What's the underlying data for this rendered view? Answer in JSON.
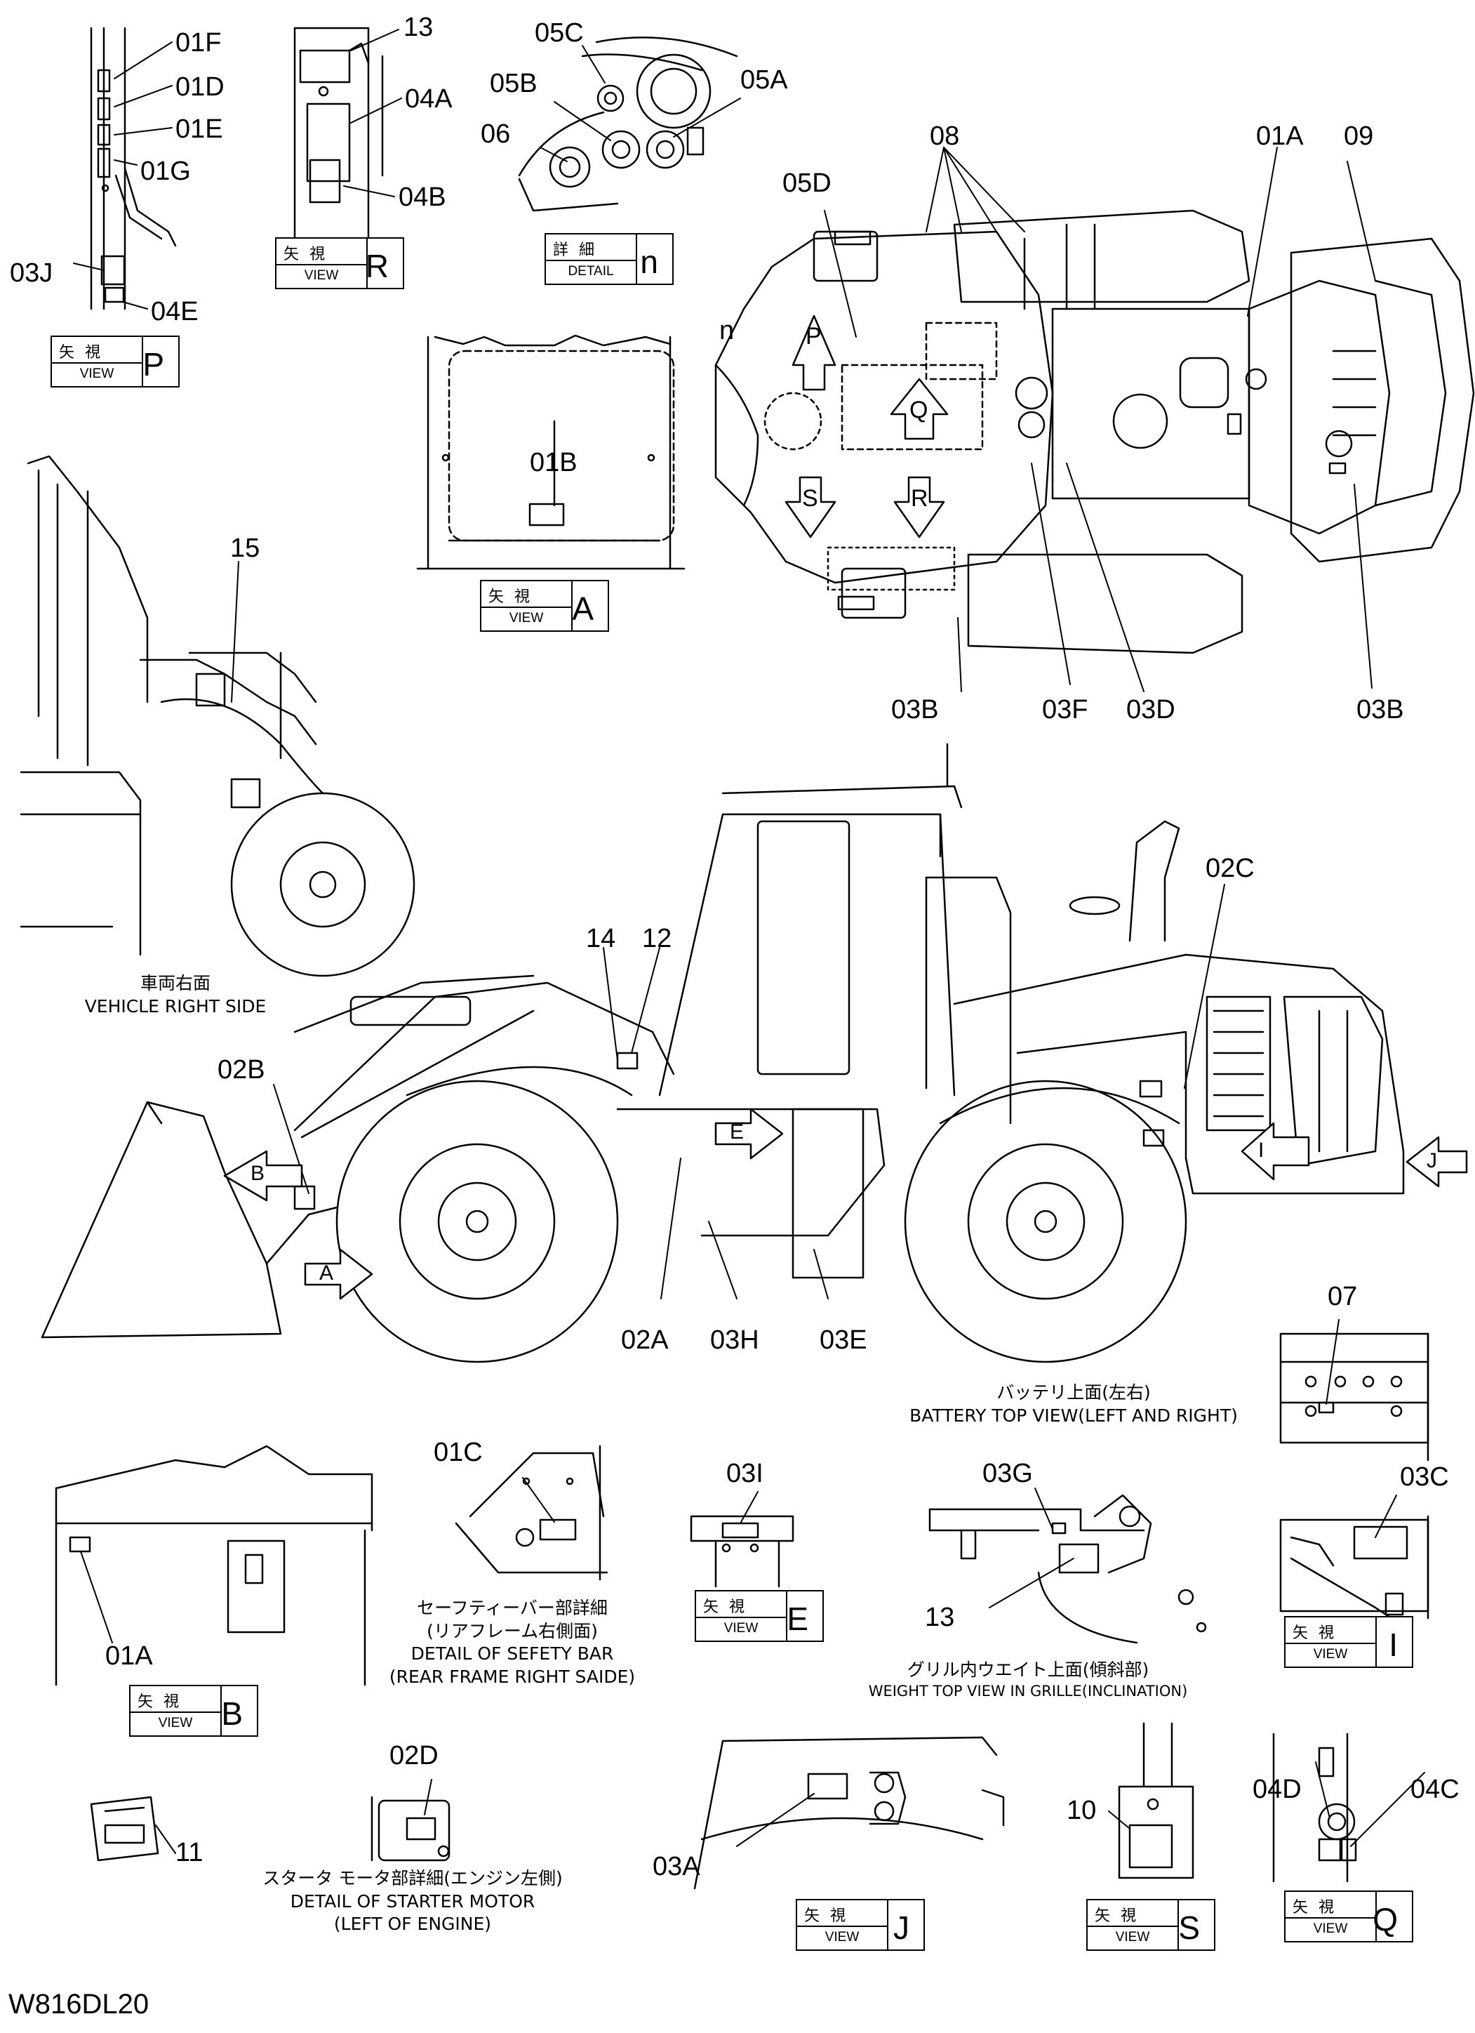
{
  "drawing_code": "W816DL20",
  "callouts": {
    "c01A_top": "01A",
    "c01A_b": "01A",
    "c01B": "01B",
    "c01C": "01C",
    "c01D": "01D",
    "c01E": "01E",
    "c01F": "01F",
    "c01G": "01G",
    "c02A": "02A",
    "c02B": "02B",
    "c02C": "02C",
    "c02D": "02D",
    "c03A": "03A",
    "c03B_left": "03B",
    "c03B_right": "03B",
    "c03C": "03C",
    "c03D": "03D",
    "c03E": "03E",
    "c03F": "03F",
    "c03G": "03G",
    "c03H": "03H",
    "c03I": "03I",
    "c03J": "03J",
    "c04A": "04A",
    "c04B": "04B",
    "c04C": "04C",
    "c04D": "04D",
    "c04E": "04E",
    "c05A": "05A",
    "c05B": "05B",
    "c05C": "05C",
    "c05D": "05D",
    "c06": "06",
    "c07": "07",
    "c08": "08",
    "c09": "09",
    "c10": "10",
    "c11": "11",
    "c12": "12",
    "c13_top": "13",
    "c13_grille": "13",
    "c14": "14",
    "c15": "15",
    "cn": "n"
  },
  "view_boxes": {
    "P": {
      "kanji": "矢 視",
      "sub": "VIEW",
      "letter": "P"
    },
    "R": {
      "kanji": "矢 視",
      "sub": "VIEW",
      "letter": "R"
    },
    "n": {
      "kanji": "詳 細",
      "sub": "DETAIL",
      "letter": "n"
    },
    "A": {
      "kanji": "矢 視",
      "sub": "VIEW",
      "letter": "A"
    },
    "B": {
      "kanji": "矢 視",
      "sub": "VIEW",
      "letter": "B"
    },
    "E": {
      "kanji": "矢 視",
      "sub": "VIEW",
      "letter": "E"
    },
    "I": {
      "kanji": "矢 視",
      "sub": "VIEW",
      "letter": "I"
    },
    "J": {
      "kanji": "矢 視",
      "sub": "VIEW",
      "letter": "J"
    },
    "S": {
      "kanji": "矢 視",
      "sub": "VIEW",
      "letter": "S"
    },
    "Q": {
      "kanji": "矢 視",
      "sub": "VIEW",
      "letter": "Q"
    }
  },
  "arrow_letters": {
    "P": "P",
    "Q": "Q",
    "S": "S",
    "R": "R",
    "A": "A",
    "B": "B",
    "E": "E",
    "I": "I",
    "J": "J"
  },
  "captions": {
    "vehicle_right_jp": "車両右面",
    "vehicle_right_en": "VEHICLE RIGHT SIDE",
    "battery_jp": "バッテリ上面(左右)",
    "battery_en": "BATTERY TOP VIEW(LEFT AND RIGHT)",
    "safety_jp1": "セーフティーバー部詳細",
    "safety_jp2": "(リアフレーム右側面)",
    "safety_en1": "DETAIL OF SEFETY BAR",
    "safety_en2": "(REAR FRAME RIGHT SAIDE)",
    "grille_jp": "グリル内ウエイト上面(傾斜部)",
    "grille_en": "WEIGHT TOP VIEW IN GRILLE(INCLINATION)",
    "starter_jp": "スタータ モータ部詳細(エンジン左側)",
    "starter_en1": "DETAIL OF STARTER MOTOR",
    "starter_en2": "(LEFT OF ENGINE)"
  }
}
